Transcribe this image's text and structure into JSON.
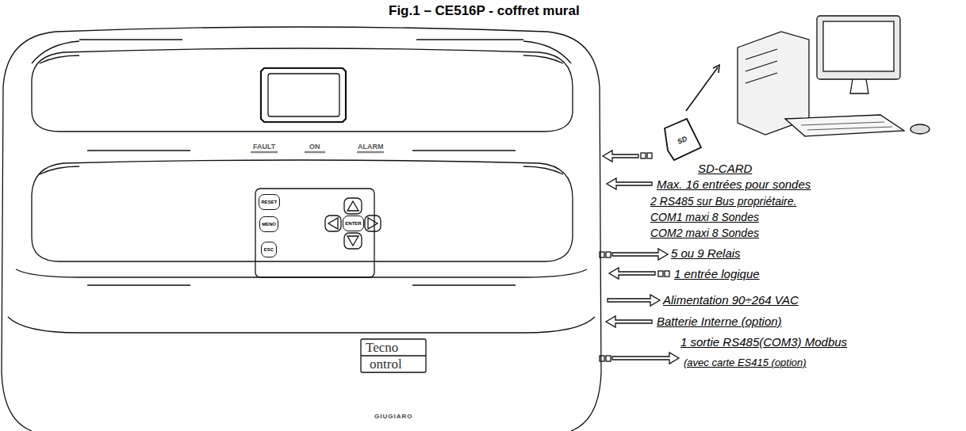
{
  "diagram": {
    "title": "Fig.1 – CE516P - coffret mural",
    "nodes": [
      {
        "text": [
          "RESET"
        ]
      },
      {
        "text": [
          "MENÙ"
        ]
      },
      {
        "text": [
          "ESC"
        ]
      },
      {
        "text": [
          "ENTER"
        ]
      }
    ],
    "labels": [
      "FAULT",
      "ON",
      "ALARM",
      "Tecno",
      "ontrol",
      "GIUGIARO",
      "SD",
      "SD-CARD",
      "Max. 16 entrées pour sondes",
      "2 RS485 sur Bus propriétaire.",
      "COM1 maxi 8 Sondes",
      "COM2 maxi 8 Sondes",
      "5 ou 9 Relais",
      "1 entrée logique",
      "Alimentation 90÷264 VAC",
      "Batterie Interne (option)",
      "1 sortie RS485(COM3) Modbus",
      "(avec carte ES415 (option)"
    ]
  }
}
